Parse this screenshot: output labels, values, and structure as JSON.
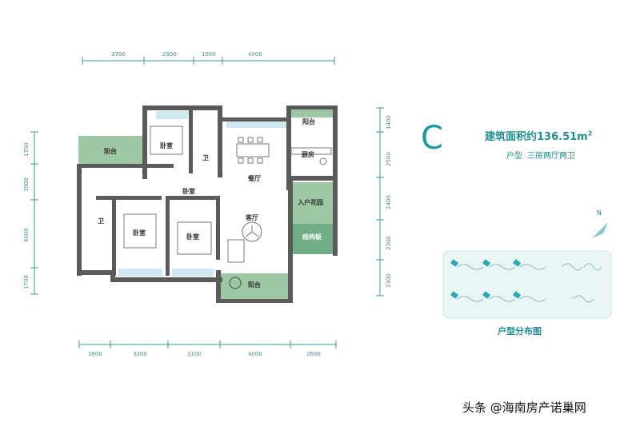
{
  "unit_type": "C",
  "area": {
    "label": "建筑面积约136.51m",
    "sup": "2"
  },
  "layout": {
    "label": "户型",
    "value": "三房两厅两卫"
  },
  "compass_label": "N",
  "distribution_title": "户型分布图",
  "watermark": "头条 @海南房产诺巢网",
  "dimensions": {
    "top": [
      "3700",
      "2900",
      "1600",
      "4000"
    ],
    "bottom": [
      "1800",
      "3300",
      "3100",
      "4000",
      "2600"
    ],
    "left": [
      "1700",
      "1900",
      "4000",
      "1700"
    ],
    "right": [
      "1400",
      "2500",
      "2400",
      "2300",
      "2300"
    ]
  },
  "rooms": {
    "balcony_left": "阳台",
    "bedroom_top": "卧室",
    "bath_top": "卫",
    "dining": "餐厅",
    "balcony_top_right": "阳台",
    "kitchen": "厨房",
    "bath_left": "卫",
    "bedroom_label_mid": "卧室",
    "bedroom_left": "卧室",
    "bedroom_center": "卧室",
    "living": "客厅",
    "entry_garden": "入户花园",
    "structure_slab": "结构板",
    "balcony_bottom": "阳台"
  },
  "colors": {
    "accent": "#1f8f93",
    "green": "#9cc9a3",
    "wall": "#5a5a5a",
    "glass": "#cfe8f0",
    "highlight": "#2aa7b5"
  }
}
